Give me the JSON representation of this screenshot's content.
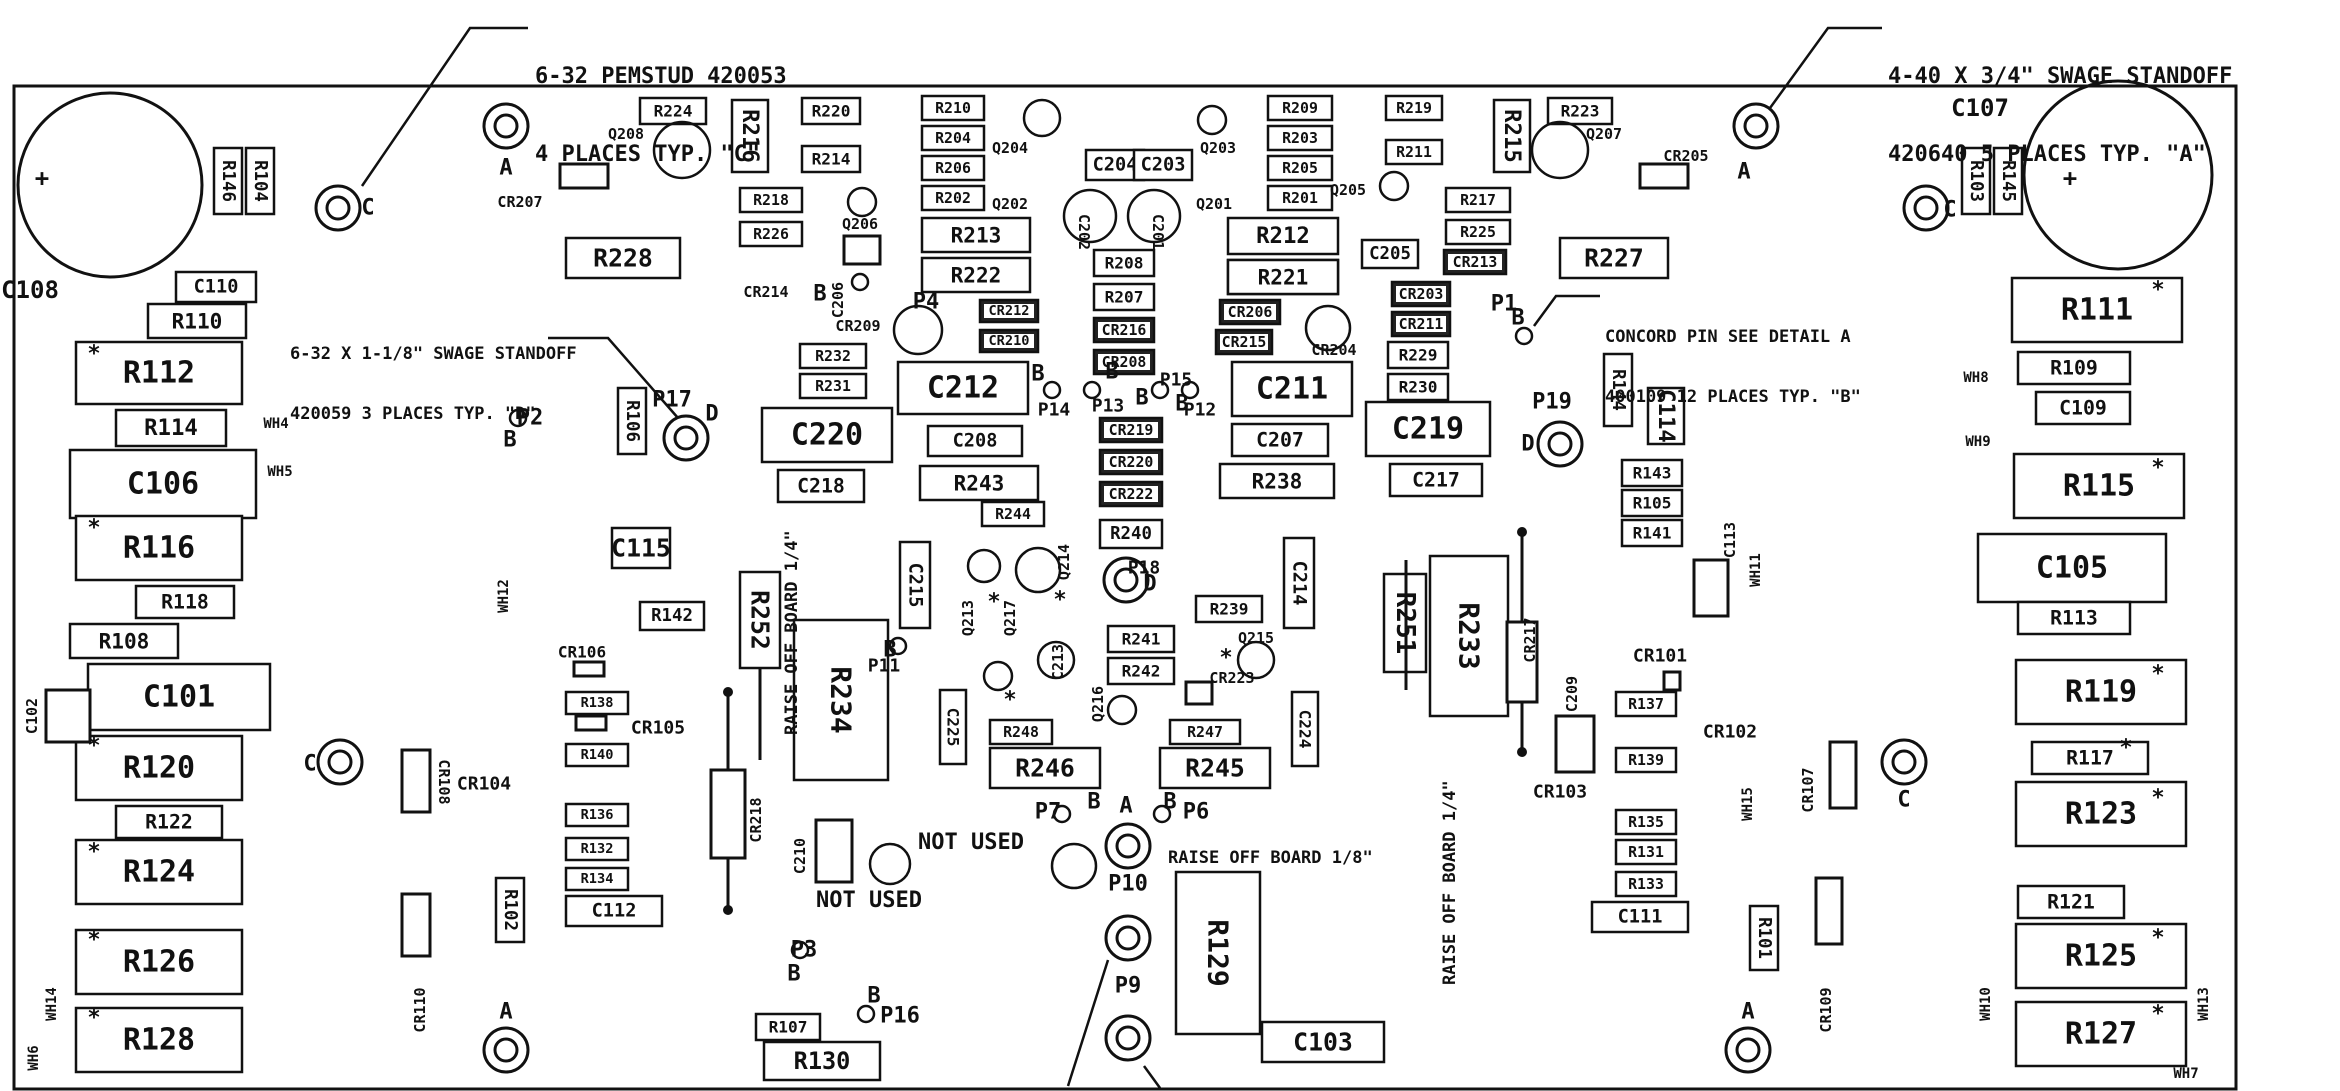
{
  "notes": {
    "pemstud_line1": "6-32 PEMSTUD 420053",
    "pemstud_line2": "4 PLACES TYP. \"C\"",
    "standoff_a_line1": "4-40 X 3/4\" SWAGE STANDOFF",
    "standoff_a_line2": "420640 5 PLACES TYP. \"A\"",
    "standoff_d_line1": "6-32 X 1-1/8\" SWAGE STANDOFF",
    "standoff_d_line2": "420059 3 PLACES TYP. \"D\"",
    "concord_line1": "CONCORD PIN SEE DETAIL A",
    "concord_line2": "400109 12 PLACES TYP. \"B\"",
    "not_used": "NOT USED",
    "raise_quarter_left": "RAISE OFF BOARD 1/4\"",
    "raise_quarter_right": "RAISE OFF BOARD 1/4\"",
    "raise_eighth": "RAISE OFF BOARD 1/8\""
  },
  "components": [
    {
      "ref": "R224"
    },
    {
      "ref": "R220"
    },
    {
      "ref": "R214"
    },
    {
      "ref": "R218"
    },
    {
      "ref": "R226"
    },
    {
      "ref": "R210"
    },
    {
      "ref": "R204"
    },
    {
      "ref": "R206"
    },
    {
      "ref": "R202"
    },
    {
      "ref": "R213"
    },
    {
      "ref": "R222"
    },
    {
      "ref": "R228"
    },
    {
      "ref": "R232"
    },
    {
      "ref": "R231"
    },
    {
      "ref": "C212"
    },
    {
      "ref": "C208"
    },
    {
      "ref": "R243"
    },
    {
      "ref": "C220"
    },
    {
      "ref": "C218"
    },
    {
      "ref": "R244"
    },
    {
      "ref": "R209"
    },
    {
      "ref": "R203"
    },
    {
      "ref": "R205"
    },
    {
      "ref": "R201"
    },
    {
      "ref": "R212"
    },
    {
      "ref": "R221"
    },
    {
      "ref": "R219"
    },
    {
      "ref": "R211"
    },
    {
      "ref": "R223"
    },
    {
      "ref": "R217"
    },
    {
      "ref": "R225"
    },
    {
      "ref": "R229"
    },
    {
      "ref": "R230"
    },
    {
      "ref": "C211"
    },
    {
      "ref": "C207"
    },
    {
      "ref": "R238"
    },
    {
      "ref": "C219"
    },
    {
      "ref": "C217"
    },
    {
      "ref": "R227"
    },
    {
      "ref": "C205"
    },
    {
      "ref": "R208"
    },
    {
      "ref": "R207"
    },
    {
      "ref": "R240"
    },
    {
      "ref": "R110"
    },
    {
      "ref": "C110"
    },
    {
      "ref": "R112"
    },
    {
      "ref": "R114"
    },
    {
      "ref": "C106"
    },
    {
      "ref": "R116"
    },
    {
      "ref": "R118"
    },
    {
      "ref": "R108"
    },
    {
      "ref": "C101"
    },
    {
      "ref": "R120"
    },
    {
      "ref": "R122"
    },
    {
      "ref": "R124"
    },
    {
      "ref": "R126"
    },
    {
      "ref": "R128"
    },
    {
      "ref": "R111"
    },
    {
      "ref": "R109"
    },
    {
      "ref": "C109"
    },
    {
      "ref": "R115"
    },
    {
      "ref": "C105"
    },
    {
      "ref": "R113"
    },
    {
      "ref": "R119"
    },
    {
      "ref": "R117"
    },
    {
      "ref": "R123"
    },
    {
      "ref": "R121"
    },
    {
      "ref": "R125"
    },
    {
      "ref": "R127"
    },
    {
      "ref": "R142"
    },
    {
      "ref": "C115"
    },
    {
      "ref": "R138"
    },
    {
      "ref": "R140"
    },
    {
      "ref": "R136"
    },
    {
      "ref": "R132"
    },
    {
      "ref": "R134"
    },
    {
      "ref": "C112"
    },
    {
      "ref": "R252"
    },
    {
      "ref": "R234"
    },
    {
      "ref": "R246"
    },
    {
      "ref": "R248"
    },
    {
      "ref": "R245"
    },
    {
      "ref": "R247"
    },
    {
      "ref": "R241"
    },
    {
      "ref": "R242"
    },
    {
      "ref": "R239"
    },
    {
      "ref": "R251"
    },
    {
      "ref": "R233"
    },
    {
      "ref": "R143"
    },
    {
      "ref": "R105"
    },
    {
      "ref": "R141"
    },
    {
      "ref": "R137"
    },
    {
      "ref": "R139"
    },
    {
      "ref": "R135"
    },
    {
      "ref": "R131"
    },
    {
      "ref": "R133"
    },
    {
      "ref": "C111"
    },
    {
      "ref": "R129"
    },
    {
      "ref": "C103"
    },
    {
      "ref": "R107"
    },
    {
      "ref": "R130"
    },
    {
      "ref": "R102"
    },
    {
      "ref": "R101"
    },
    {
      "ref": "R106"
    },
    {
      "ref": "R146"
    },
    {
      "ref": "R104"
    },
    {
      "ref": "R103"
    },
    {
      "ref": "R145"
    },
    {
      "ref": "R144"
    },
    {
      "ref": "C114"
    },
    {
      "ref": "C215"
    },
    {
      "ref": "C214"
    },
    {
      "ref": "R216"
    },
    {
      "ref": "R215"
    },
    {
      "ref": "C204"
    },
    {
      "ref": "C203"
    },
    {
      "ref": "C108"
    },
    {
      "ref": "C107"
    },
    {
      "ref": "CR212"
    },
    {
      "ref": "CR210"
    },
    {
      "ref": "CR216"
    },
    {
      "ref": "CR208"
    },
    {
      "ref": "CR219"
    },
    {
      "ref": "CR220"
    },
    {
      "ref": "CR222"
    },
    {
      "ref": "CR206"
    },
    {
      "ref": "CR215"
    },
    {
      "ref": "CR203"
    },
    {
      "ref": "CR211"
    },
    {
      "ref": "CR213"
    },
    {
      "ref": "R221"
    },
    {
      "ref": "C225"
    },
    {
      "ref": "C224"
    }
  ],
  "refdes": [
    "C108",
    "C107",
    "Q208",
    "Q207",
    "Q206",
    "Q205",
    "Q204",
    "Q203",
    "Q202",
    "Q201",
    "Q213",
    "Q214",
    "Q215",
    "Q216",
    "Q217",
    "CR207",
    "CR205",
    "CR214",
    "CR209",
    "CR204",
    "CR106",
    "CR105",
    "CR104",
    "CR101",
    "CR102",
    "CR103",
    "CR108",
    "CR107",
    "CR110",
    "CR109",
    "CR218",
    "CR217",
    "CR223",
    "C202",
    "C201",
    "C206",
    "C213",
    "C209",
    "C210",
    "C102",
    "C113",
    "WH4",
    "WH5",
    "WH8",
    "WH9",
    "WH12",
    "WH11",
    "WH15",
    "WH10",
    "WH13",
    "WH14",
    "WH6",
    "WH7",
    "P1",
    "P2",
    "P3",
    "P4",
    "P6",
    "P7",
    "P9",
    "P10",
    "P11",
    "P12",
    "P13",
    "P14",
    "P15",
    "P16",
    "P17",
    "P18",
    "P19"
  ],
  "standoff_letters": [
    "A",
    "B",
    "C",
    "D"
  ]
}
